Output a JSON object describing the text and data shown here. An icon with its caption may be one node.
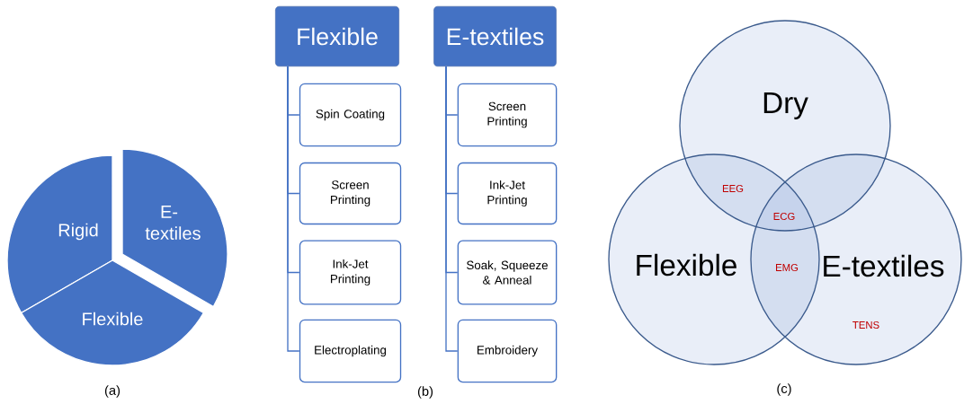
{
  "diagram": {
    "nodes": [
      {
        "text": [
          "Rigid"
        ]
      },
      {
        "text": [
          "E-textiles"
        ]
      },
      {
        "text": [
          "Flexible"
        ]
      },
      {
        "text": [
          "Flexible"
        ]
      },
      {
        "text": [
          "Spin Coating"
        ]
      },
      {
        "text": [
          "Screen Printing"
        ]
      },
      {
        "text": [
          "Ink-Jet Printing"
        ]
      },
      {
        "text": [
          "Electroplating"
        ]
      },
      {
        "text": [
          "E-textiles"
        ]
      },
      {
        "text": [
          "Screen Printing"
        ]
      },
      {
        "text": [
          "Ink-Jet Printing"
        ]
      },
      {
        "text": [
          "Soak, Squeeze & Anneal"
        ]
      },
      {
        "text": [
          "Embroidery"
        ]
      },
      {
        "text": [
          "Dry"
        ]
      },
      {
        "text": [
          "Flexible"
        ]
      },
      {
        "text": [
          "E-textiles"
        ]
      }
    ],
    "edges": [
      {
        "from": 3,
        "to": 4,
        "arrow": "none"
      },
      {
        "from": 3,
        "to": 5,
        "arrow": "none"
      },
      {
        "from": 3,
        "to": 6,
        "arrow": "none"
      },
      {
        "from": 3,
        "to": 7,
        "arrow": "none"
      },
      {
        "from": 8,
        "to": 9,
        "arrow": "none"
      },
      {
        "from": 8,
        "to": 10,
        "arrow": "none"
      },
      {
        "from": 8,
        "to": 11,
        "arrow": "none"
      },
      {
        "from": 8,
        "to": 12,
        "arrow": "none"
      }
    ],
    "labels": [
      "(a)",
      "(b)",
      "EEG",
      "ECG",
      "EMG",
      "TENS",
      "(c)"
    ]
  }
}
